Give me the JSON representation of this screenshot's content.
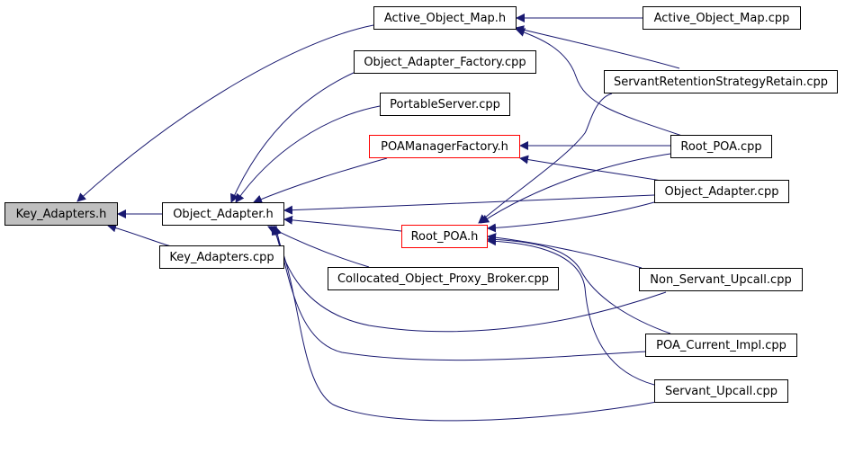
{
  "diagram": {
    "colors": {
      "edge": "#191970",
      "node_border": "#000000",
      "highlight_border": "#ff0000",
      "focus_fill": "#bfbfbf"
    },
    "nodes": {
      "key_adapters_h": "Key_Adapters.h",
      "object_adapter_h": "Object_Adapter.h",
      "key_adapters_cpp": "Key_Adapters.cpp",
      "active_object_map_h": "Active_Object_Map.h",
      "object_adapter_factory_cpp": "Object_Adapter_Factory.cpp",
      "portableserver_cpp": "PortableServer.cpp",
      "poamanagerfactory_h": "POAManagerFactory.h",
      "root_poa_h": "Root_POA.h",
      "collocated_object_proxy_broker_cpp": "Collocated_Object_Proxy_Broker.cpp",
      "active_object_map_cpp": "Active_Object_Map.cpp",
      "servantretentionstrategyretain_cpp": "ServantRetentionStrategyRetain.cpp",
      "root_poa_cpp": "Root_POA.cpp",
      "object_adapter_cpp": "Object_Adapter.cpp",
      "non_servant_upcall_cpp": "Non_Servant_Upcall.cpp",
      "poa_current_impl_cpp": "POA_Current_Impl.cpp",
      "servant_upcall_cpp": "Servant_Upcall.cpp"
    }
  }
}
